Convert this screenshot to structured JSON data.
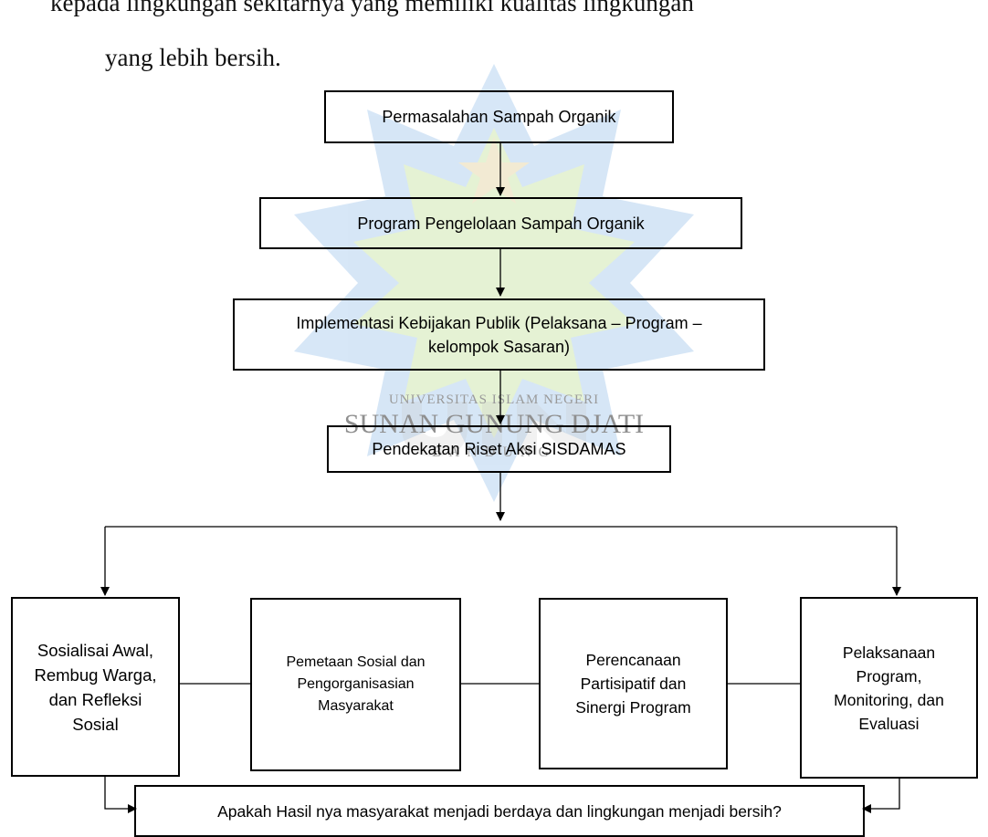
{
  "intro": {
    "line1": "kepada lingkungan sekitarnya yang memiliki kualitas lingkungan",
    "line2": "yang lebih bersih."
  },
  "watermark": {
    "line1": "UNIVERSITAS ISLAM NEGERI",
    "line2": "SUNAN GUNUNG DJATI",
    "line3": "BANDUNG",
    "colors": {
      "blue": "#4a90d9",
      "green": "#8cc63e",
      "gold": "#c8a23a",
      "text": "#9a9a9a"
    }
  },
  "flow": {
    "step1": "Permasalahan Sampah Organik",
    "step2": "Program Pengelolaan Sampah Organik",
    "step3": "Implementasi Kebijakan Publik  (Pelaksana – Program – kelompok Sasaran)",
    "step4": "Pendekatan Riset Aksi SISDAMAS",
    "stage1": "Sosialisai Awal, Rembug Warga, dan Refleksi Sosial",
    "stage2": "Pemetaan Sosial dan Pengorganisasian Masyarakat",
    "stage3": "Perencanaan Partisipatif dan Sinergi Program",
    "stage4": "Pelaksanaan Program, Monitoring, dan Evaluasi",
    "result": "Apakah Hasil nya masyarakat menjadi berdaya dan lingkungan menjadi bersih?"
  }
}
